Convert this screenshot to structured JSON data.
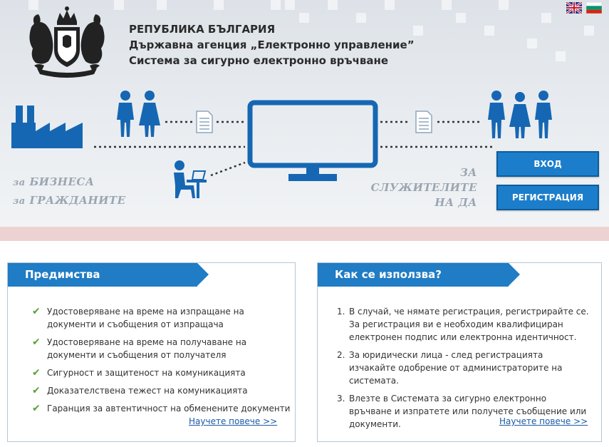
{
  "header": {
    "line1": "РЕПУБЛИКА БЪЛГАРИЯ",
    "line2": "Държавна агенция „Електронно управление”",
    "line3": "Система за сигурно електронно връчване"
  },
  "languages": [
    {
      "name": "english-flag-icon",
      "code": "EN"
    },
    {
      "name": "bulgarian-flag-icon",
      "code": "BG"
    }
  ],
  "audience": {
    "left_line1_prefix": "за",
    "left_line1_word": "БИЗНЕСА",
    "left_line2_prefix": "за",
    "left_line2_word": "ГРАЖДАНИТЕ",
    "right_line1": "ЗА",
    "right_line2": "СЛУЖИТЕЛИТЕ",
    "right_line3": "НА ДА"
  },
  "buttons": {
    "login": "ВХОД",
    "register": "РЕГИСТРАЦИЯ"
  },
  "benefits": {
    "title": "Предимства",
    "items": [
      {
        "line1": "Удостоверяване на време на изпращане на",
        "line2": "документи и съобщения от изпращача"
      },
      {
        "line1": "Удостоверяване на време на получаване на",
        "line2": "документи и съобщения от получателя"
      },
      {
        "line1": "Сигурност и защитеност на комуникацията",
        "line2": ""
      },
      {
        "line1": "Доказателствена тежест на комуникацията",
        "line2": ""
      },
      {
        "line1": "Гаранция за автентичност на обменените документи",
        "line2": ""
      }
    ],
    "more_link": "Научете повече >>"
  },
  "howto": {
    "title": "Как се използва?",
    "steps": [
      {
        "num": "1.",
        "line1": "В случай, че нямате регистрация, регистрирайте се.",
        "line2": "За регистрация ви е необходим квалифициран",
        "line3": "електронен подпис или електронна идентичност."
      },
      {
        "num": "2.",
        "line1": "За юридически лица - след регистрацията",
        "line2": "изчакайте одобрение от администраторите на",
        "line3": "системата."
      },
      {
        "num": "3.",
        "line1": "Влезте в Системата за сигурно електронно",
        "line2": "връчване и изпратете или получете съобщение или",
        "line3": "документи."
      }
    ],
    "more_link": "Научете повече >>"
  },
  "colors": {
    "primary_blue": "#1f7cc5",
    "icon_blue": "#1667b3",
    "check_green": "#5aa13a",
    "link_blue": "#1a5aa6"
  }
}
